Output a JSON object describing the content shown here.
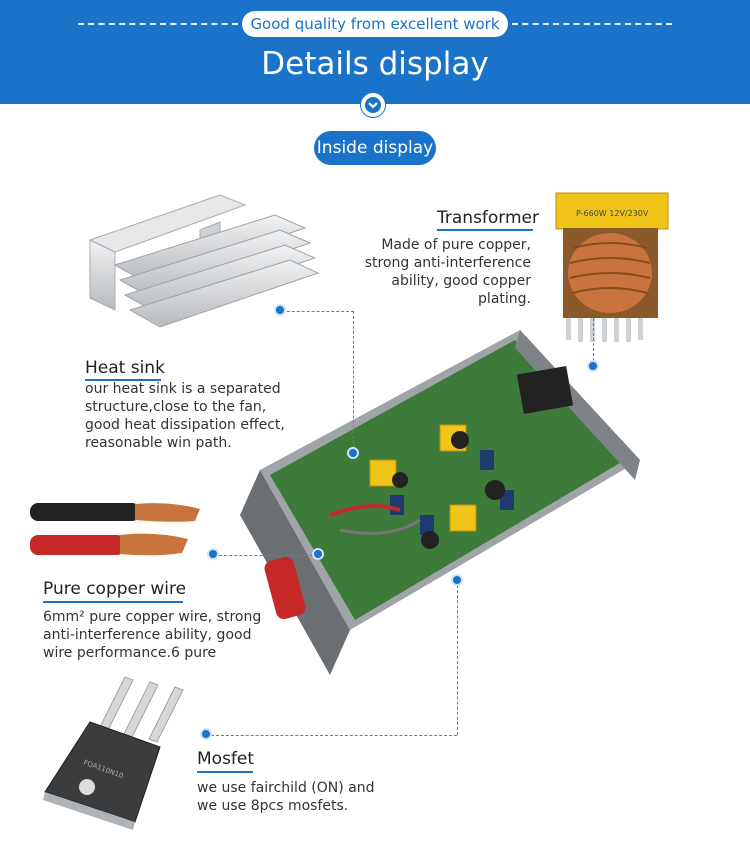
{
  "banner": {
    "tagline": "Good quality from excellent work",
    "title": "Details display"
  },
  "section_label": "Inside display",
  "features": {
    "transformer": {
      "title": "Transformer",
      "lines": [
        "Made of pure copper,",
        "strong anti-interference",
        "ability, good copper",
        "plating."
      ]
    },
    "heat_sink": {
      "title": "Heat sink",
      "lines": [
        "our heat sink is a separated",
        "structure,close to the fan,",
        "good heat dissipation effect,",
        "reasonable win path."
      ]
    },
    "copper_wire": {
      "title": "Pure copper wire",
      "lines": [
        "6mm² pure copper wire, strong",
        "anti-interference ability, good",
        "wire performance.6 pure"
      ]
    },
    "mosfet": {
      "title": "Mosfet",
      "lines": [
        "we use fairchild (ON) and",
        "we use 8pcs mosfets."
      ]
    }
  },
  "colors": {
    "accent": "#1a72c9",
    "pcb_green": "#3e7a3a",
    "copper": "#c8743c",
    "wire_red": "#c62828",
    "aluminum": "#d7d9dc"
  }
}
